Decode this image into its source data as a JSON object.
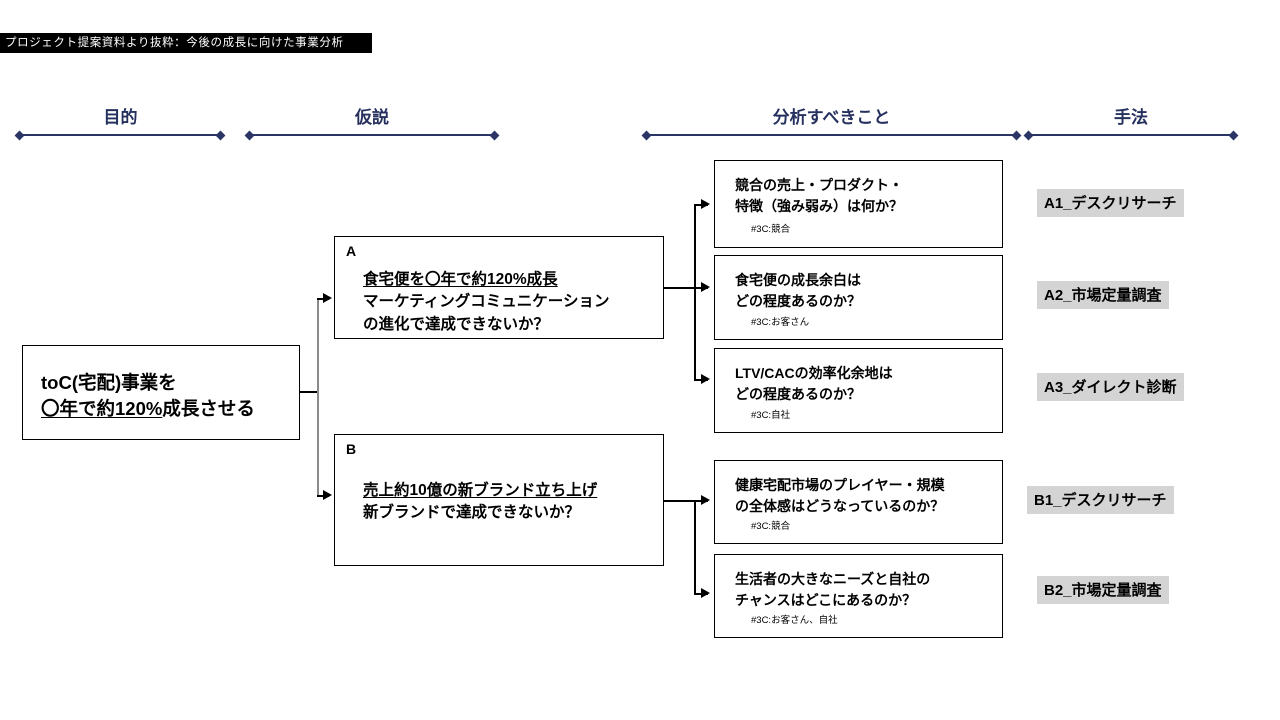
{
  "banner": {
    "text": "プロジェクト提案資料より抜粋：今後の成長に向けた事業分析",
    "bg_color": "#000000",
    "text_color": "#ffffff"
  },
  "columns": [
    {
      "label": "目的",
      "accent_color": "#2b3566"
    },
    {
      "label": "仮説",
      "accent_color": "#2b3566"
    },
    {
      "label": "分析すべきこと",
      "accent_color": "#2b3566"
    },
    {
      "label": "手法",
      "accent_color": "#2b3566"
    }
  ],
  "goal": {
    "line1": "toC(宅配)事業を",
    "line2_underlined": "〇年で約120%",
    "line2_rest": "成長させる"
  },
  "hypotheses": [
    {
      "id": "A",
      "line1_underlined": "食宅便を〇年で約120%成長",
      "line2": "マーケティングコミュニケーション",
      "line3": "の進化で達成できないか？"
    },
    {
      "id": "B",
      "line1_underlined": "売上約10億の新ブランド立ち上げ",
      "line2": "新ブランドで達成できないか？",
      "line3": ""
    }
  ],
  "analyses": [
    {
      "line1": "競合の売上・プロダクト・",
      "line2": "特徴（強み弱み）は何か？",
      "tag": "#3C:競合"
    },
    {
      "line1": "食宅便の成長余白は",
      "line2": "どの程度あるのか？",
      "tag": "#3C:お客さん"
    },
    {
      "line1": "LTV/CACの効率化余地は",
      "line2": "どの程度あるのか？",
      "tag": "#3C:自社"
    },
    {
      "line1": "健康宅配市場のプレイヤー・規模",
      "line2": "の全体感はどうなっているのか？",
      "tag": "#3C:競合"
    },
    {
      "line1": "生活者の大きなニーズと自社の",
      "line2": "チャンスはどこにあるのか？",
      "tag": "#3C:お客さん、自社"
    }
  ],
  "methods": [
    {
      "label": "A1_デスクリサーチ",
      "bg_color": "#d4d4d4"
    },
    {
      "label": "A2_市場定量調査",
      "bg_color": "#d4d4d4"
    },
    {
      "label": "A3_ダイレクト診断",
      "bg_color": "#d4d4d4"
    },
    {
      "label": "B1_デスクリサーチ",
      "bg_color": "#d4d4d4"
    },
    {
      "label": "B2_市場定量調査",
      "bg_color": "#d4d4d4"
    }
  ]
}
